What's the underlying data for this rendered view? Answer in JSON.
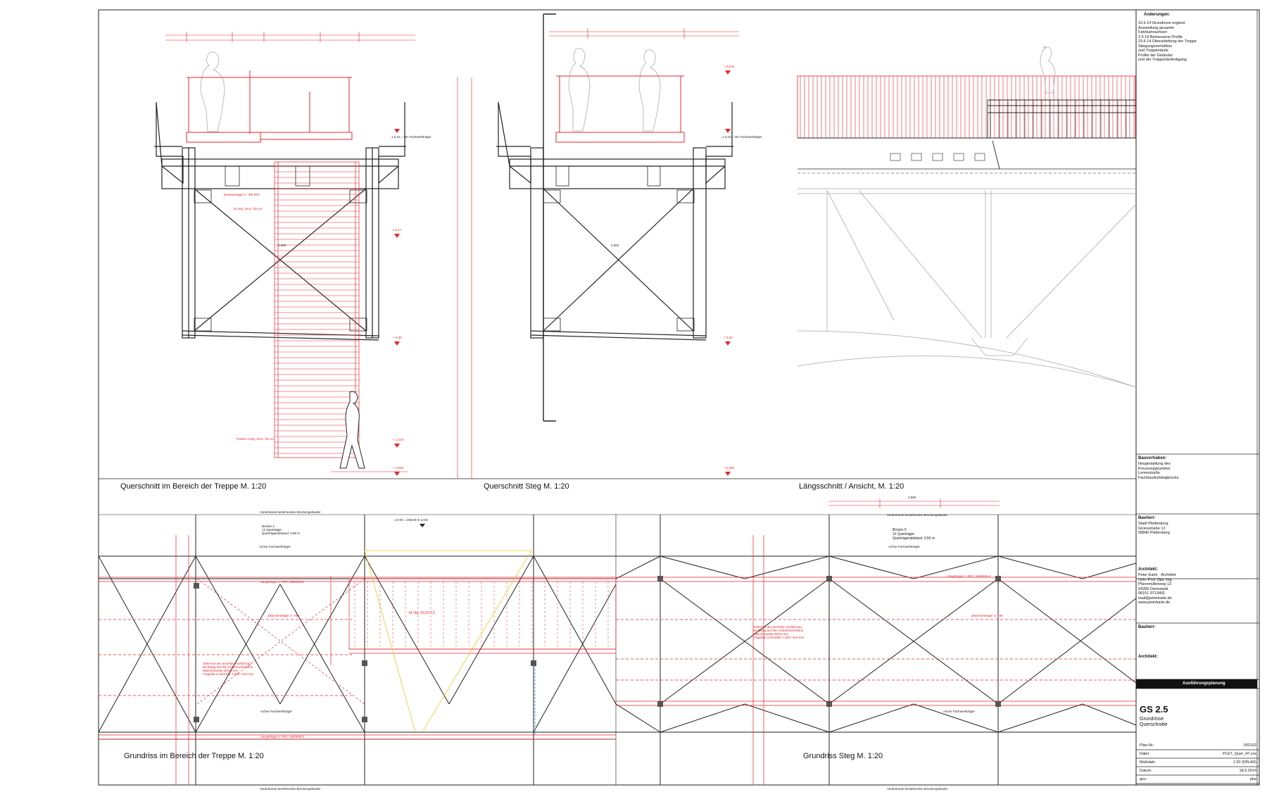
{
  "sheet": {
    "captions": {
      "cross_stair": "Querschnitt im Bereich der Treppe M. 1:20",
      "cross_deck": "Querschnitt Steg M. 1:20",
      "longitudinal": "Längsschnitt / Ansicht, M. 1:20",
      "plan_stair": "Grundriss im Bereich der Treppe M. 1:20",
      "plan_deck": "Grundriss Steg M. 1:20"
    },
    "elevations": {
      "upper": "± 0,15 = OK Fachwerkträger",
      "top": "+ 0,575",
      "mid": "± 0,17",
      "low": "+ 0,30",
      "stair_mid": "+ 1,210",
      "stair_bottom": "+ 2,050",
      "deck_mid": "+ 0,30",
      "deck_bottom": "+ 2,050",
      "plan_ref": "± 0,00 = 258,00 m ü.NN"
    },
    "drawing_labels": {
      "cross_beam": "Brückenträger 1: IPE 500",
      "bracing": "42 Stg. 16,5 / 30 cm",
      "podest": "Podest\n4 Stg. 16,5 / 30 cm",
      "stair_run": "14 Stg. 16,5/17,5",
      "distance_stair": "4.000",
      "distance_deck": "4.000",
      "plan_top_label": "Vorderkante bestehendes Brückengeländer",
      "plan_bottom_label": "Vorderkante bestehendes Brückengeländer",
      "axis": "Achse Fachwerkträger",
      "bridge_note_stair": "Brücke 4\n12 Querträger\nQuerträgerabstand: 3,56 m",
      "bridge_note_deck": "Brücke 5\n12 Querträger\nQuerträgerabstand: 3,56 m",
      "long_beam_1": "Längsträger 1: RFC 160/80/6,3",
      "long_beam_2": "Längsträger 2: RFC 160/80/6,3",
      "inter_beam": "Zwischenträger 2: T80",
      "grating": "Gitterrost als verzinkte Ausführung\nals Belag auf den Unterkonstruktion\nMaschenweite 30/10 mm\nTragstab Lichtmaße 1.000 / 810 mm",
      "dim_total_deck": "3.560"
    },
    "title_block": {
      "changes_heading": "Änderungen:",
      "changes": "10.6.14  Grundrisse ergänzt\n  Ausweitung gesamte\n  Fahrbahnachsen\n2.6.14  Bemessene Profile\n23.6.14  Überarbeitung der Treppe\n  Steigungsverhältnis\n  und Treppenläufe\n  Profile der Geländer\n  und der Treppenbefestigung",
      "project_heading": "Bauvorhaben:",
      "project": "Neugestaltung des\nKreuzungspunktes\nLennestraße\nFachbauAufsteigbrücke",
      "client_heading": "Bauherr:",
      "client": "Stadt Plettenberg\nGrünestraße 12\n58840 Plettenberg",
      "architect_heading": "Architekt:",
      "architect": "Peter Karle · Architekt\nUniv.-Prof. Dipl.-Ing.\nPfannmüllerweg 13\n64285 Darmstadt\n06151 9713491\nmail@peterkarle.de\nwww.peterkarle.de",
      "owner_heading": "Bauherr:",
      "architect2_heading": "Architekt:",
      "phase": "Ausführungsplanung",
      "drawing_no": "GS 2.5",
      "drawing_title": "Grundrisse\nQuerschnitte",
      "rows": [
        {
          "k": "Plan-Nr.:",
          "v": "002102"
        },
        {
          "k": "Datei:",
          "v": "PLET_Quer_47.xxx"
        },
        {
          "k": "Maßstab:",
          "v": "1:20 (DIN A0)"
        },
        {
          "k": "Datum:",
          "v": "18.9.2014"
        },
        {
          "k": "gez.:",
          "v": "pka"
        }
      ]
    }
  }
}
